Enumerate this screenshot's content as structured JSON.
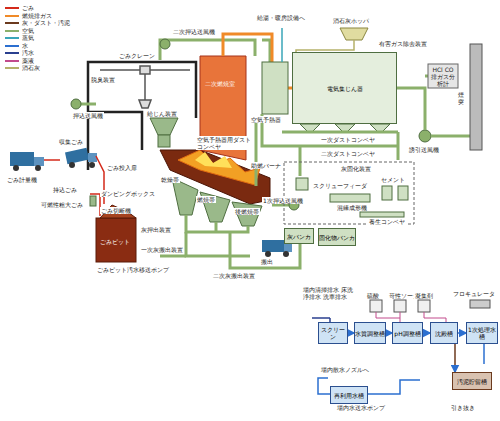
{
  "diagram": {
    "nodes": [
      {
        "text": [
          "電気集じん器"
        ]
      },
      {
        "text": [
          "スクリーン"
        ]
      },
      {
        "text": [
          "水質調整槽"
        ]
      },
      {
        "text": [
          "pH調整槽"
        ]
      },
      {
        "text": [
          "沈殿槽"
        ]
      },
      {
        "text": [
          "1次処理水槽"
        ]
      },
      {
        "text": [
          "汚泥貯留槽"
        ]
      },
      {
        "text": [
          "再利用水槽"
        ]
      },
      {
        "text": [
          "灰バンカ"
        ]
      },
      {
        "text": [
          "固化物バンカ"
        ]
      }
    ],
    "edges": [
      {
        "from": 1,
        "to": 2,
        "arrow": "to"
      },
      {
        "from": 2,
        "to": 3,
        "arrow": "to"
      },
      {
        "from": 3,
        "to": 4,
        "arrow": "to"
      },
      {
        "from": 4,
        "to": 5,
        "arrow": "to"
      },
      {
        "from": 4,
        "to": 6,
        "arrow": "to"
      }
    ],
    "labels": [
      "ごみ計量機",
      "収集ごみ",
      "持込ごみ",
      "可燃性粗大ごみ",
      "ダンピングボックス",
      "ごみ切断機",
      "ごみピット",
      "ごみ投入扉",
      "ごみクレーン",
      "脱臭装置",
      "押込送風機",
      "給じん装置",
      "乾燥帯",
      "燃焼帯",
      "後燃焼帯",
      "1次押込送風機",
      "灰押出装置",
      "一次灰搬出装置",
      "二次灰搬出装置",
      "ごみピット汚水移送ポンプ",
      "二次燃焼室",
      "助燃バーナ",
      "二次押込送風機",
      "空気予熱器",
      "空気予熱器用ダストコンベヤ",
      "給湯・暖房設備へ",
      "消石灰ホッパ",
      "有害ガス除去装置",
      "HCl CO 排ガス分析計",
      "誘引送風機",
      "煙突",
      "一次ダストコンベヤ",
      "二次ダストコンベヤ",
      "灰固化装置",
      "スクリューフィーダ",
      "混練成形機",
      "養生コンベヤ",
      "セメント",
      "搬出",
      "場内清掃排水 床洗浄排水 洗車排水",
      "硫酸",
      "苛性ソーダ",
      "凝集剤",
      "フロキュレータ",
      "場内散水ノズルへ",
      "場内水送水ポンプ",
      "引き抜き"
    ],
    "legend": [
      {
        "text": "ごみ",
        "color": "#d42a1a"
      },
      {
        "text": "燃焼排ガス",
        "color": "#f08a28"
      },
      {
        "text": "灰・ダスト・汚泥",
        "color": "#6b3a1e"
      },
      {
        "text": "空気",
        "color": "#8bb06b"
      },
      {
        "text": "蒸気",
        "color": "#3aa6b8"
      },
      {
        "text": "水",
        "color": "#2b6fd0"
      },
      {
        "text": "汚水",
        "color": "#2a3f8f"
      },
      {
        "text": "薬液",
        "color": "#c24a8c"
      },
      {
        "text": "消石灰",
        "color": "#b5b16a"
      }
    ]
  }
}
